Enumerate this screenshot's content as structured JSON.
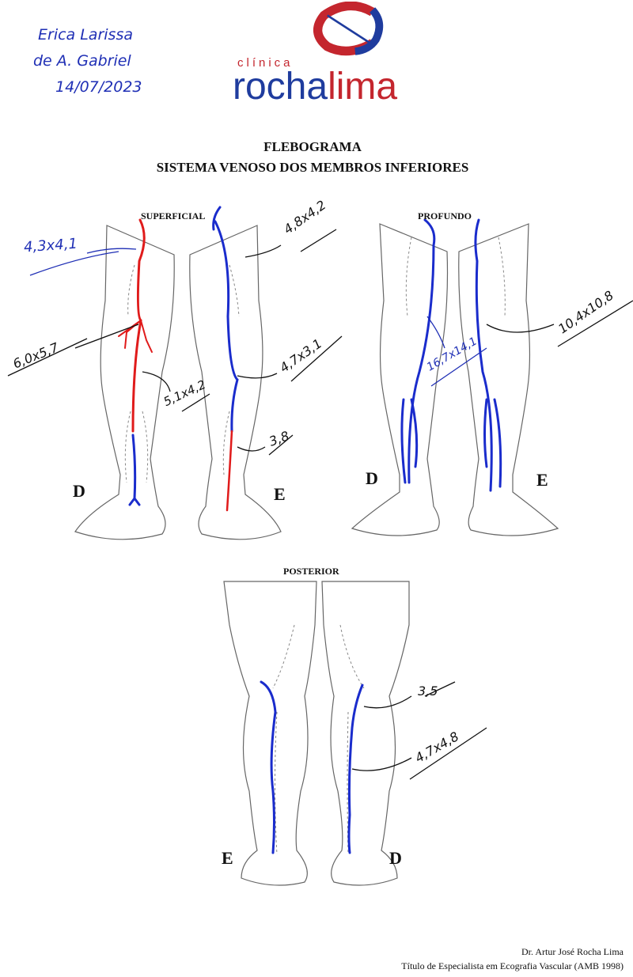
{
  "header": {
    "handwritten_note": [
      "Erica Larissa",
      "de A. Gabriel",
      "14/07/2023"
    ],
    "logo": {
      "small": "clínica",
      "brand_part1": "rocha",
      "brand_part2": "lima",
      "blue": "#1f3c9e",
      "red": "#c4262e"
    }
  },
  "title": {
    "line1": "FLEBOGRAMA",
    "line2": "SISTEMA VENOSO DOS MEMBROS INFERIORES"
  },
  "sections": {
    "superficial": {
      "label": "SUPERFICIAL",
      "right": "D",
      "left": "E",
      "measurements": [
        "4,3x4,1",
        "6,0x5,7",
        "5,1x4,2",
        "4,8x4,2",
        "4,7x3,1",
        "3,8"
      ]
    },
    "profundo": {
      "label": "PROFUNDO",
      "right": "D",
      "left": "E",
      "measurements": [
        "16,7x14,1",
        "10,4x10,8"
      ]
    },
    "posterior": {
      "label": "POSTERIOR",
      "left": "E",
      "right": "D",
      "measurements": [
        "3,5",
        "4,7x4,8"
      ]
    }
  },
  "colors": {
    "vein_normal": "#1a2ccc",
    "vein_reflux": "#e01b1b",
    "outline": "#555555"
  },
  "footer": {
    "doctor": "Dr. Artur José Rocha Lima",
    "credential": "Título de Especialista em Ecografia Vascular (AMB 1998)"
  }
}
